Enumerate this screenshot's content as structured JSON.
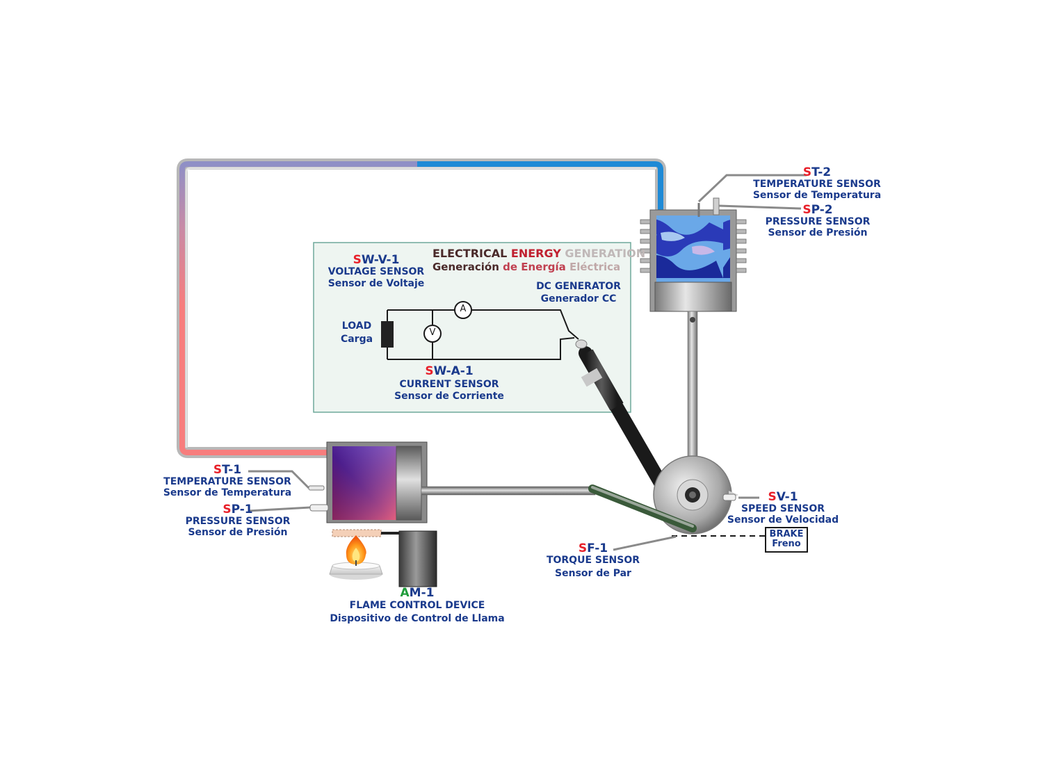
{
  "panel": {
    "title_part1": "ELECTRICAL",
    "title_part2": "ENERGY",
    "title_part3": "GENERATION",
    "subtitle_part1": "Generación",
    "subtitle_part2": "de Energía",
    "subtitle_part3": "Eléctrica"
  },
  "sensors": {
    "swv1": {
      "prefix": "S",
      "code": "W-V-1",
      "en": "VOLTAGE SENSOR",
      "es": "Sensor de Voltaje"
    },
    "swa1": {
      "prefix": "S",
      "code": "W-A-1",
      "en": "CURRENT SENSOR",
      "es": "Sensor de Corriente"
    },
    "st2": {
      "prefix": "S",
      "code": "T-2",
      "en": "TEMPERATURE SENSOR",
      "es": "Sensor de Temperatura"
    },
    "sp2": {
      "prefix": "S",
      "code": "P-2",
      "en": "PRESSURE SENSOR",
      "es": "Sensor de Presión"
    },
    "st1": {
      "prefix": "S",
      "code": "T-1",
      "en": "TEMPERATURE SENSOR",
      "es": "Sensor de Temperatura"
    },
    "sp1": {
      "prefix": "S",
      "code": "P-1",
      "en": "PRESSURE SENSOR",
      "es": "Sensor de Presión"
    },
    "sv1": {
      "prefix": "S",
      "code": "V-1",
      "en": "SPEED SENSOR",
      "es": "Sensor de Velocidad"
    },
    "sf1": {
      "prefix": "S",
      "code": "F-1",
      "en": "TORQUE SENSOR",
      "es": "Sensor de Par"
    },
    "am1": {
      "prefix": "A",
      "code": "M-1",
      "en": "FLAME CONTROL DEVICE",
      "es": "Dispositivo de Control de Llama"
    }
  },
  "components": {
    "dc_generator": {
      "en": "DC GENERATOR",
      "es": "Generador CC"
    },
    "load": {
      "en": "LOAD",
      "es": "Carga"
    },
    "brake": {
      "en": "BRAKE",
      "es": "Freno"
    },
    "ammeter_symbol": "A",
    "voltmeter_symbol": "V"
  },
  "colors": {
    "label_blue": "#1a3a8c",
    "code_red": "#e8202a",
    "code_green": "#1e9c3a",
    "hot_pipe": "#f77d7d",
    "cold_pipe": "#1f8ad6",
    "panel_bg": "#eef5f1",
    "panel_border": "#6ea89a"
  }
}
